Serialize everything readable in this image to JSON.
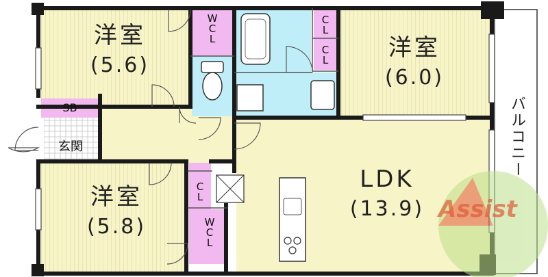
{
  "rooms": {
    "western_nw": {
      "name": "洋室",
      "size": "(5.6)"
    },
    "western_ne": {
      "name": "洋室",
      "size": "(6.0)"
    },
    "western_sw": {
      "name": "洋室",
      "size": "(5.8)"
    },
    "ldk": {
      "name": "LDK",
      "size": "(13.9)"
    }
  },
  "closets": {
    "wcl_top": "W\nC\nL",
    "wcl_bottom": "W\nC\nL",
    "cl_1": "C\nL",
    "cl_2": "C\nL",
    "cl_3": "C\nL",
    "sb": "SB"
  },
  "entrance": "玄関",
  "balcony": "バルコニー",
  "watermark": "Assist",
  "colors": {
    "room_fill": "#f7f4c8",
    "closet_fill": "#f2b8f0",
    "wet_fill": "#bfeef8",
    "wall": "#1a1a1a",
    "watermark": "#a8d16b"
  }
}
